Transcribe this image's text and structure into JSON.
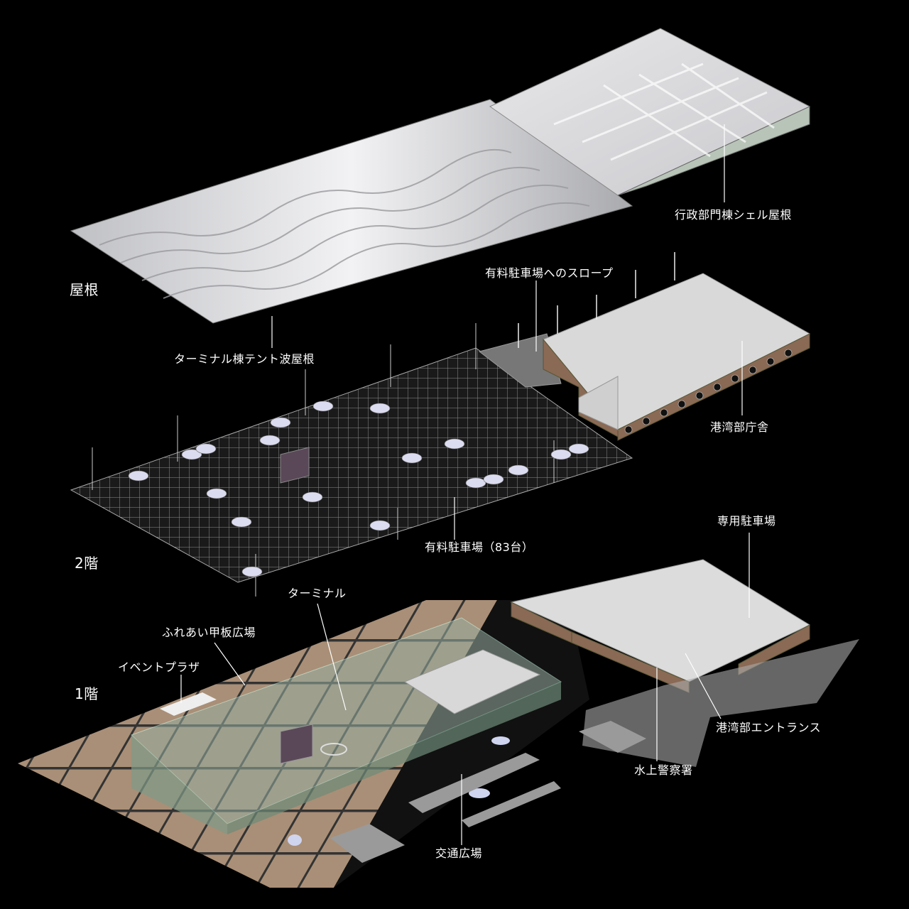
{
  "floors": {
    "roof": "屋根",
    "second": "2階",
    "first": "1階"
  },
  "labels": {
    "admin_shell_roof": "行政部門棟シェル屋根",
    "slope": "有料駐車場へのスロープ",
    "terminal_tent_roof": "ターミナル棟テント波屋根",
    "port_office": "港湾部庁舎",
    "paid_parking": "有料駐車場（83台）",
    "private_parking": "専用駐車場",
    "terminal": "ターミナル",
    "deck_plaza": "ふれあい甲板広場",
    "event_plaza": "イベントプラザ",
    "port_entrance": "港湾部エントランス",
    "water_police": "水上警察署",
    "transport_plaza": "交通広場"
  },
  "colors": {
    "background": "#000000",
    "label": "#ffffff",
    "brick": "#8a6a55",
    "paving": "#a89078",
    "roof": "#d8d8dc",
    "glass": "#9fb8a8"
  }
}
